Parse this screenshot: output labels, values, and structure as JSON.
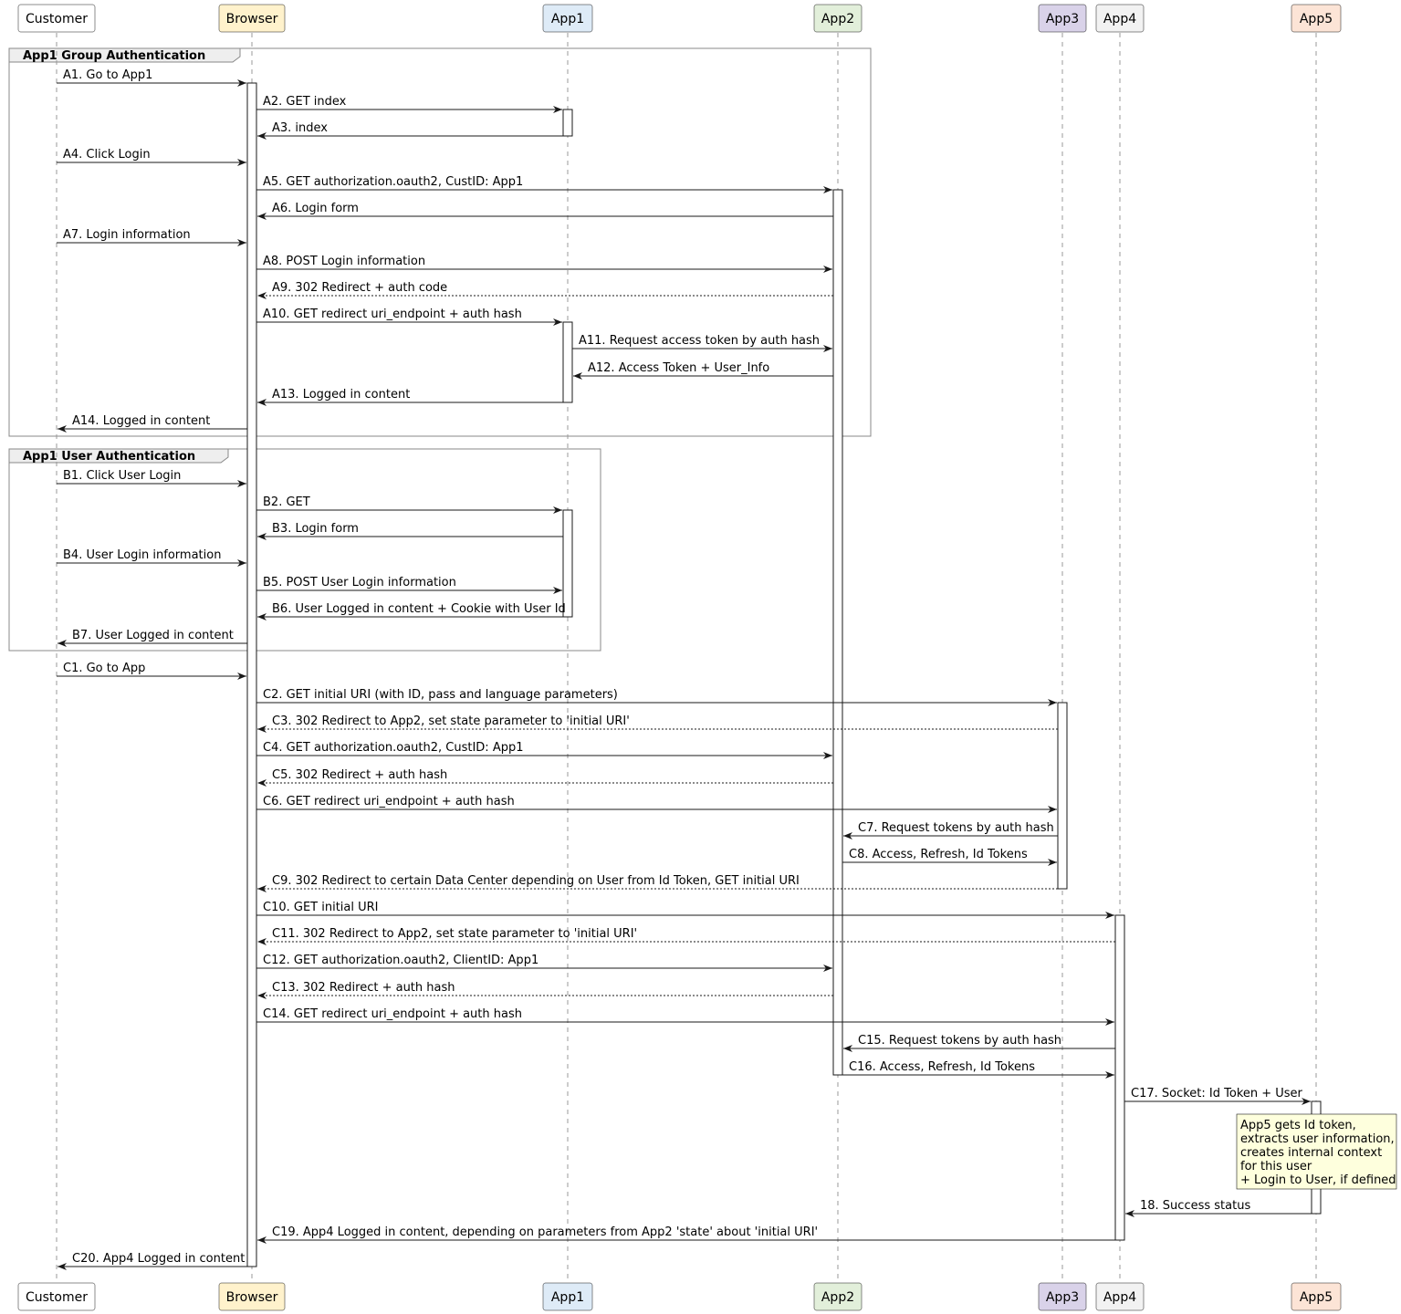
{
  "participants": [
    {
      "id": "customer",
      "label": "Customer",
      "color": "#FFFFFF"
    },
    {
      "id": "browser",
      "label": "Browser",
      "color": "#FFF2CC"
    },
    {
      "id": "app1",
      "label": "App1",
      "color": "#DEEBF7"
    },
    {
      "id": "app2",
      "label": "App2",
      "color": "#E2EFDA"
    },
    {
      "id": "app3",
      "label": "App3",
      "color": "#D9D2E9"
    },
    {
      "id": "app4",
      "label": "App4",
      "color": "#F2F2F2"
    },
    {
      "id": "app5",
      "label": "App5",
      "color": "#FCE4D6"
    }
  ],
  "groups": [
    {
      "label": "App1 Group Authentication"
    },
    {
      "label": "App1 User Authentication"
    }
  ],
  "messages": [
    {
      "from": "customer",
      "to": "browser",
      "label": "A1. Go to App1",
      "style": "solid"
    },
    {
      "from": "browser",
      "to": "app1",
      "label": "A2. GET index",
      "style": "solid"
    },
    {
      "from": "app1",
      "to": "browser",
      "label": "A3. index",
      "style": "solid"
    },
    {
      "from": "customer",
      "to": "browser",
      "label": "A4. Click Login",
      "style": "solid"
    },
    {
      "from": "browser",
      "to": "app2",
      "label": "A5. GET authorization.oauth2, CustID: App1",
      "style": "solid"
    },
    {
      "from": "app2",
      "to": "browser",
      "label": "A6. Login form",
      "style": "solid"
    },
    {
      "from": "customer",
      "to": "browser",
      "label": "A7. Login information",
      "style": "solid"
    },
    {
      "from": "browser",
      "to": "app2",
      "label": "A8. POST Login information",
      "style": "solid"
    },
    {
      "from": "app2",
      "to": "browser",
      "label": "A9. 302 Redirect + auth code",
      "style": "dashed"
    },
    {
      "from": "browser",
      "to": "app1",
      "label": "A10. GET redirect uri_endpoint + auth hash",
      "style": "solid"
    },
    {
      "from": "app1",
      "to": "app2",
      "label": "A11. Request access token by auth hash",
      "style": "solid"
    },
    {
      "from": "app2",
      "to": "app1",
      "label": "A12. Access Token + User_Info",
      "style": "solid"
    },
    {
      "from": "app1",
      "to": "browser",
      "label": "A13. Logged in content",
      "style": "solid"
    },
    {
      "from": "browser",
      "to": "customer",
      "label": "A14. Logged in content",
      "style": "solid"
    },
    {
      "from": "customer",
      "to": "browser",
      "label": "B1. Click User Login",
      "style": "solid"
    },
    {
      "from": "browser",
      "to": "app1",
      "label": "B2. GET",
      "style": "solid"
    },
    {
      "from": "app1",
      "to": "browser",
      "label": "B3. Login form",
      "style": "solid"
    },
    {
      "from": "customer",
      "to": "browser",
      "label": "B4. User Login information",
      "style": "solid"
    },
    {
      "from": "browser",
      "to": "app1",
      "label": "B5. POST User Login information",
      "style": "solid"
    },
    {
      "from": "app1",
      "to": "browser",
      "label": "B6. User Logged in content + Cookie with User Id",
      "style": "solid"
    },
    {
      "from": "browser",
      "to": "customer",
      "label": "B7. User Logged in content",
      "style": "solid"
    },
    {
      "from": "customer",
      "to": "browser",
      "label": "C1. Go to App",
      "style": "solid"
    },
    {
      "from": "browser",
      "to": "app3",
      "label": "C2. GET initial URI (with ID, pass and language parameters)",
      "style": "solid"
    },
    {
      "from": "app3",
      "to": "browser",
      "label": "C3. 302 Redirect to App2, set state parameter to 'initial URI'",
      "style": "dashed"
    },
    {
      "from": "browser",
      "to": "app2",
      "label": "C4. GET authorization.oauth2, CustID: App1",
      "style": "solid"
    },
    {
      "from": "app2",
      "to": "browser",
      "label": "C5. 302 Redirect + auth hash",
      "style": "dashed"
    },
    {
      "from": "browser",
      "to": "app3",
      "label": "C6. GET redirect uri_endpoint + auth hash",
      "style": "solid"
    },
    {
      "from": "app3",
      "to": "app2",
      "label": "C7. Request tokens by auth hash",
      "style": "solid"
    },
    {
      "from": "app2",
      "to": "app3",
      "label": "C8. Access, Refresh, Id Tokens",
      "style": "solid"
    },
    {
      "from": "app3",
      "to": "browser",
      "label": "C9. 302 Redirect to certain Data Center depending on User from Id Token, GET initial URI",
      "style": "dashed"
    },
    {
      "from": "browser",
      "to": "app4",
      "label": "C10. GET initial URI",
      "style": "solid"
    },
    {
      "from": "app4",
      "to": "browser",
      "label": "C11. 302 Redirect to App2, set state parameter to 'initial URI'",
      "style": "dashed"
    },
    {
      "from": "browser",
      "to": "app2",
      "label": "C12. GET authorization.oauth2, ClientID: App1",
      "style": "solid"
    },
    {
      "from": "app2",
      "to": "browser",
      "label": "C13. 302 Redirect + auth hash",
      "style": "dashed"
    },
    {
      "from": "browser",
      "to": "app4",
      "label": "C14. GET redirect uri_endpoint + auth hash",
      "style": "solid"
    },
    {
      "from": "app4",
      "to": "app2",
      "label": "C15. Request tokens by auth hash",
      "style": "solid"
    },
    {
      "from": "app2",
      "to": "app4",
      "label": "C16. Access, Refresh, Id Tokens",
      "style": "solid"
    },
    {
      "from": "app4",
      "to": "app5",
      "label": "C17. Socket: Id Token + User",
      "style": "solid"
    },
    {
      "from": "app5",
      "to": "app4",
      "label": "18. Success status",
      "style": "solid"
    },
    {
      "from": "app4",
      "to": "browser",
      "label": "C19. App4 Logged in content, depending on parameters from App2 'state' about 'initial URI'",
      "style": "solid"
    },
    {
      "from": "browser",
      "to": "customer",
      "label": "C20. App4 Logged in content",
      "style": "solid"
    }
  ],
  "note": {
    "participant": "app5",
    "lines": [
      "App5 gets Id token,",
      "extracts user information,",
      "creates internal context",
      "for this user",
      "+ Login to User, if defined"
    ],
    "color": "#FEFFDD"
  }
}
